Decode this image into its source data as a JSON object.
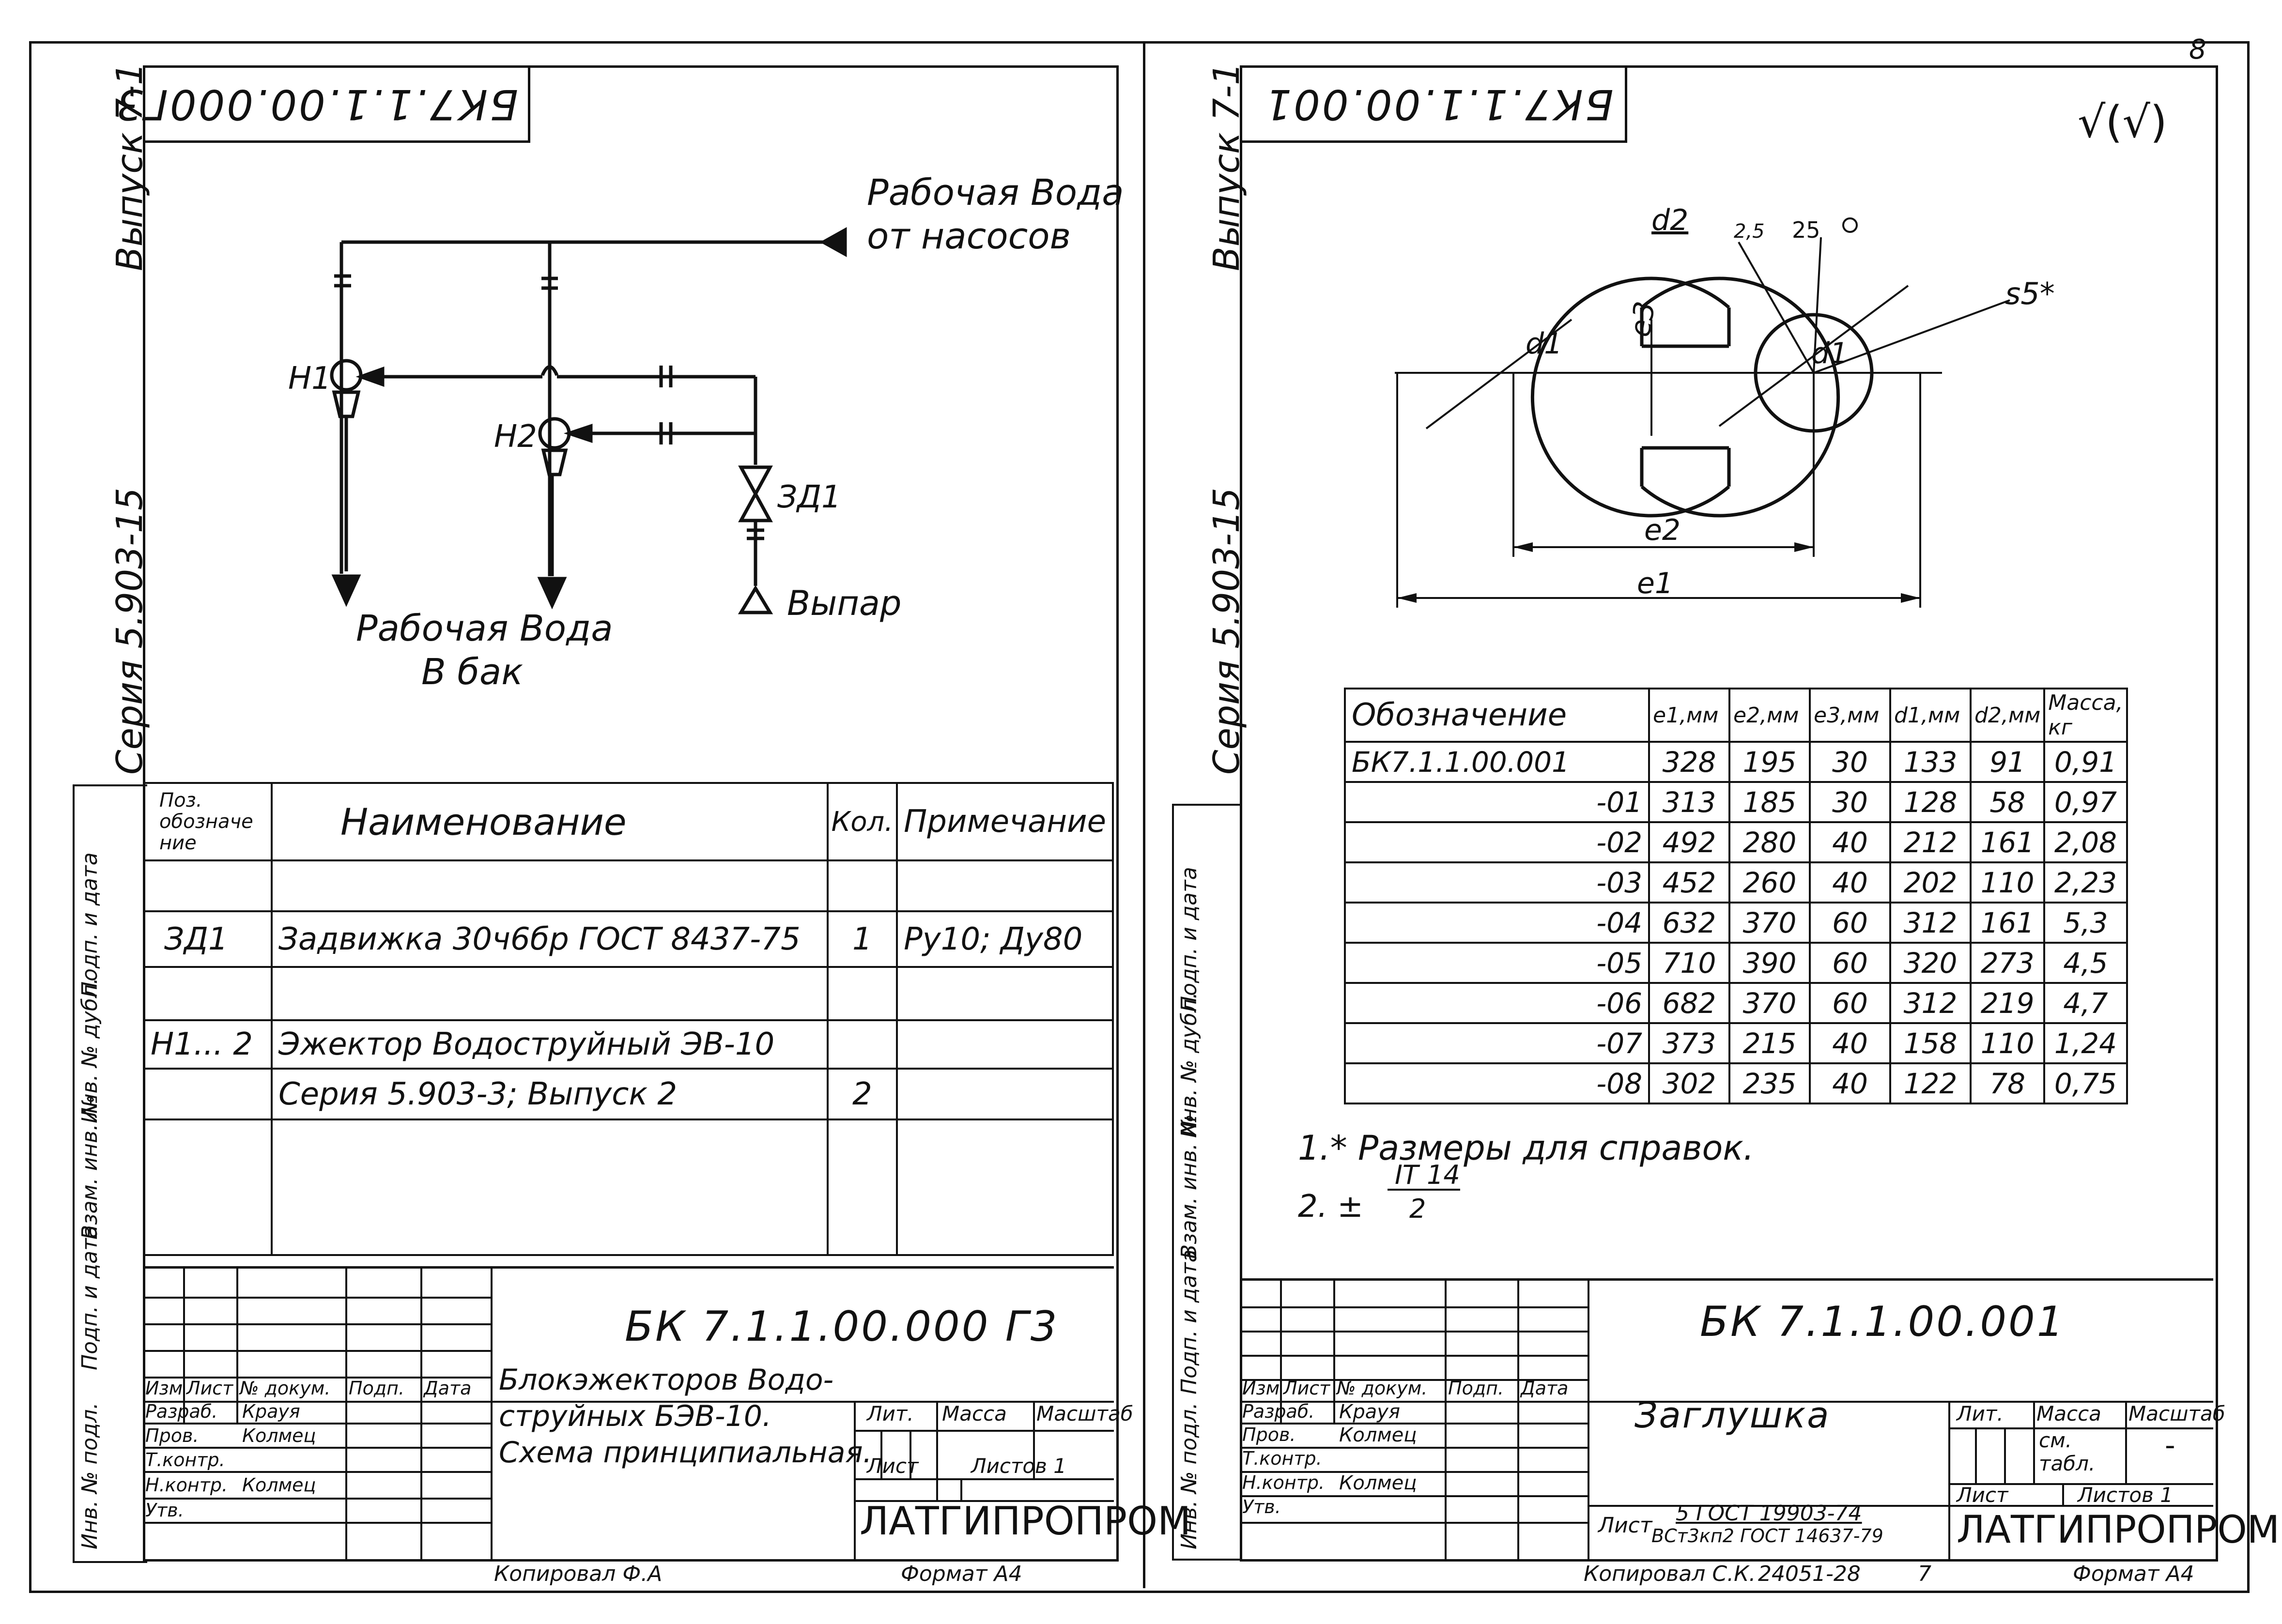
{
  "corner": {
    "sheet_mark": "8"
  },
  "left_sheet": {
    "doc_code": "БК7.1.1.00.000Г3",
    "doc_code_stamp": "БК 7.1.1.00.000 Г3",
    "series_label": "Серия 5.903-15",
    "issue_label": "Выпуск 7-1",
    "diagram": {
      "inlet_label_1": "Рабочая Вода",
      "inlet_label_2": "от насосов",
      "outlet_label_1": "Рабочая Вода",
      "outlet_label_2": "В бак",
      "h1": "Н1",
      "h2": "Н2",
      "zd": "ЗД1",
      "vent": "Выпар"
    },
    "spec": {
      "headers": {
        "pos": [
          "Поз.",
          "обозначе",
          "ние"
        ],
        "name": "Наименование",
        "qty": "Кол.",
        "note": "Примечание"
      },
      "rows": [
        {
          "pos": "ЗД1",
          "name": "Задвижка 30ч6бр ГОСТ 8437-75",
          "qty": "1",
          "note": "Ру10; Ду80"
        },
        {
          "pos": "Н1... 2",
          "name": "Эжектор Водоструйный ЭВ-10",
          "qty": "",
          "note": ""
        },
        {
          "pos": "",
          "name": "Серия 5.903-3; Выпуск 2",
          "qty": "2",
          "note": ""
        }
      ]
    },
    "title_block": {
      "title_1": "Блокэжекторов Водо-",
      "title_2": "струйных  БЭВ-10.",
      "title_3": "Схема принципиальная.",
      "cols": [
        "Изм",
        "Лист",
        "№ докум.",
        "Подп.",
        "Дата"
      ],
      "roles": [
        "Разраб.",
        "Пров.",
        "Т.контр.",
        "Н.контр.",
        "Утв."
      ],
      "names": [
        "Крауя",
        "Колмец",
        "",
        "Колмец",
        ""
      ],
      "lit": "Лит.",
      "mass": "Масса",
      "scale": "Масштаб",
      "sheet": "Лист",
      "sheets": "Листов 1",
      "org": "ЛАТГИПРОПРОМ"
    },
    "copied": "Копировал Ф.А",
    "format": "Формат А4"
  },
  "right_sheet": {
    "doc_code": "БК7.1.1.00.001",
    "doc_code_stamp": "БК 7.1.1.00.001",
    "series_label": "Серия 5.903-15",
    "issue_label": "Выпуск 7-1",
    "roughness": "√(√)",
    "drawing": {
      "d2": "d2",
      "d1": "d1",
      "e3": "e3",
      "e2": "e2",
      "e1": "e1",
      "s": "s5*",
      "r1": "2,5",
      "r2": "25"
    },
    "table": {
      "headers": [
        "Обозначение",
        "e1,мм",
        "e2,мм",
        "e3,мм",
        "d1,мм",
        "d2,мм",
        "Масса, кг"
      ],
      "rows": [
        [
          "БК7.1.1.00.001",
          "328",
          "195",
          "30",
          "133",
          "91",
          "0,91"
        ],
        [
          "-01",
          "313",
          "185",
          "30",
          "128",
          "58",
          "0,97"
        ],
        [
          "-02",
          "492",
          "280",
          "40",
          "212",
          "161",
          "2,08"
        ],
        [
          "-03",
          "452",
          "260",
          "40",
          "202",
          "110",
          "2,23"
        ],
        [
          "-04",
          "632",
          "370",
          "60",
          "312",
          "161",
          "5,3"
        ],
        [
          "-05",
          "710",
          "390",
          "60",
          "320",
          "273",
          "4,5"
        ],
        [
          "-06",
          "682",
          "370",
          "60",
          "312",
          "219",
          "4,7"
        ],
        [
          "-07",
          "373",
          "215",
          "40",
          "158",
          "110",
          "1,24"
        ],
        [
          "-08",
          "302",
          "235",
          "40",
          "122",
          "78",
          "0,75"
        ]
      ]
    },
    "notes": {
      "note1": "1.* Размеры для справок.",
      "note2_prefix": "2. ±",
      "note2_num": "IT 14",
      "note2_den": "2"
    },
    "title_block": {
      "title": "Заглушка",
      "cols": [
        "Изм",
        "Лист",
        "№ докум.",
        "Подп.",
        "Дата"
      ],
      "roles": [
        "Разраб.",
        "Пров.",
        "Т.контр.",
        "Н.контр.",
        "Утв."
      ],
      "names": [
        "Крауя",
        "Колмец",
        "",
        "Колмец",
        ""
      ],
      "lit": "Лит.",
      "mass": "Масса",
      "scale": "Масштаб",
      "mass_val_1": "см.",
      "mass_val_2": "табл.",
      "scale_val": "-",
      "sheet": "Лист",
      "sheets": "Листов 1",
      "material_prefix": "Лист",
      "material_1": "5 ГОСТ 19903-74",
      "material_2": "ВСт3кп2 ГОСТ 14637-79",
      "org": "ЛАТГИПРОПРОМ"
    },
    "copied": "Копировал С.К.",
    "order": "24051-28",
    "page": "7",
    "format": "Формат А4"
  },
  "margin_labels": [
    "Инв. № подл.",
    "Подп. и дата",
    "Взам. инв. №",
    "Инв. № дубл.",
    "Подп. и дата"
  ]
}
